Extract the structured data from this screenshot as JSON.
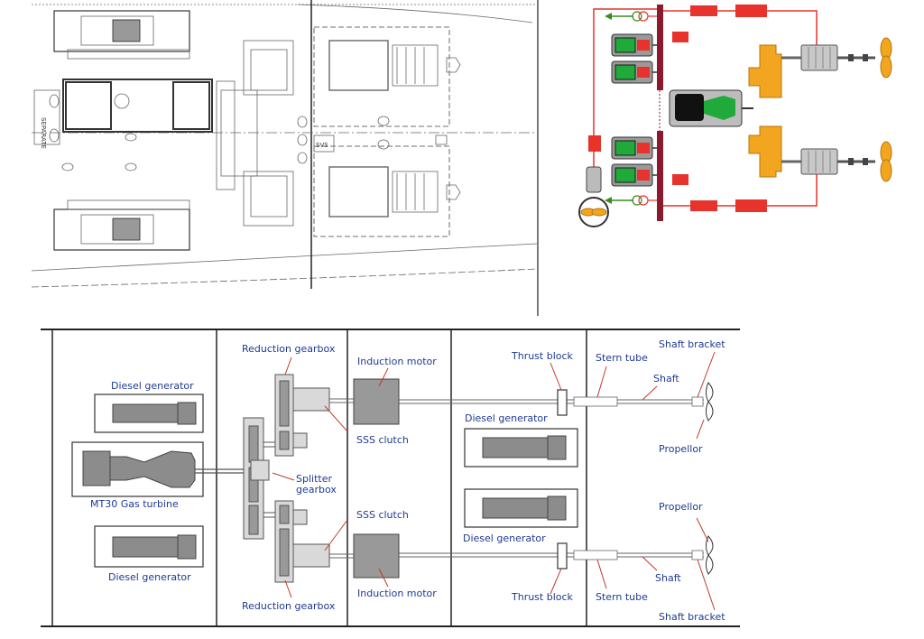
{
  "drawing": {
    "sideways_label": "SEPARATE",
    "tag_label": "SVS"
  },
  "schematic": {
    "colors": {
      "busbar": "#8b1a2e",
      "cable": "#e8322c",
      "converter": "#e8322c",
      "gearbox": "#f2a51e",
      "turbine": "#1faa3a",
      "feed_arrow": "#3c8a1e"
    }
  },
  "labels": {
    "reduction_gearbox_top": "Reduction gearbox",
    "induction_motor_top": "Induction motor",
    "thrust_block_top": "Thrust block",
    "stern_tube_top": "Stern tube",
    "shaft_bracket_top": "Shaft bracket",
    "shaft_top": "Shaft",
    "diesel_generator_left_top": "Diesel generator",
    "sss_clutch_top": "SSS clutch",
    "diesel_generator_right_top": "Diesel generator",
    "propellor_top": "Propellor",
    "mt30": "MT30 Gas turbine",
    "splitter_line1": "Splitter",
    "splitter_line2": "gearbox",
    "sss_clutch_bottom": "SSS clutch",
    "propellor_bottom": "Propellor",
    "diesel_generator_right_bottom": "Diesel generator",
    "diesel_generator_left_bottom": "Diesel generator",
    "shaft_bottom": "Shaft",
    "reduction_gearbox_bottom": "Reduction gearbox",
    "induction_motor_bottom": "Induction motor",
    "thrust_block_bottom": "Thrust block",
    "stern_tube_bottom": "Stern tube",
    "shaft_bracket_bottom": "Shaft bracket"
  }
}
